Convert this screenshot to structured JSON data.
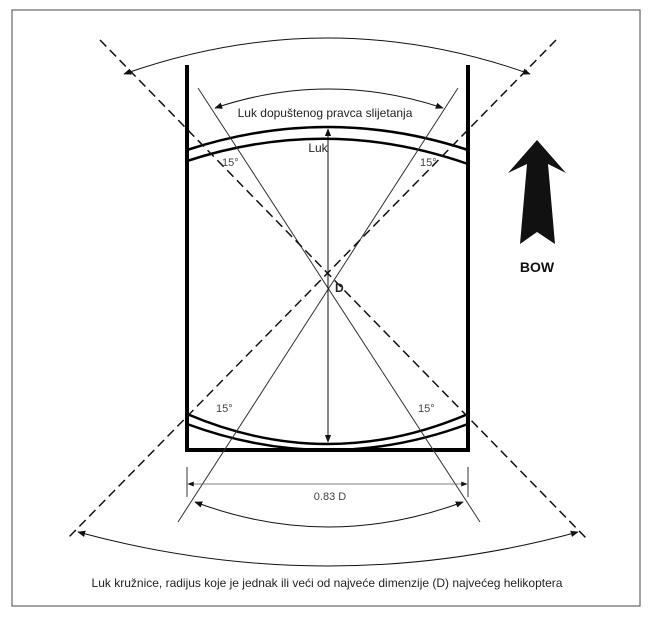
{
  "diagram": {
    "landing_arc_label": "Luk dopuštenog pravca slijetanja",
    "arc_label": "Luk",
    "center_label": "D",
    "angle_labels": [
      "15°",
      "15°",
      "15°",
      "15°"
    ],
    "width_label": "0.83 D",
    "direction_label": "BOW",
    "caption": "Luk kružnice, radijus koje je jednak ili veći od najveće dimenzije (D) najvećeg helikoptera"
  }
}
